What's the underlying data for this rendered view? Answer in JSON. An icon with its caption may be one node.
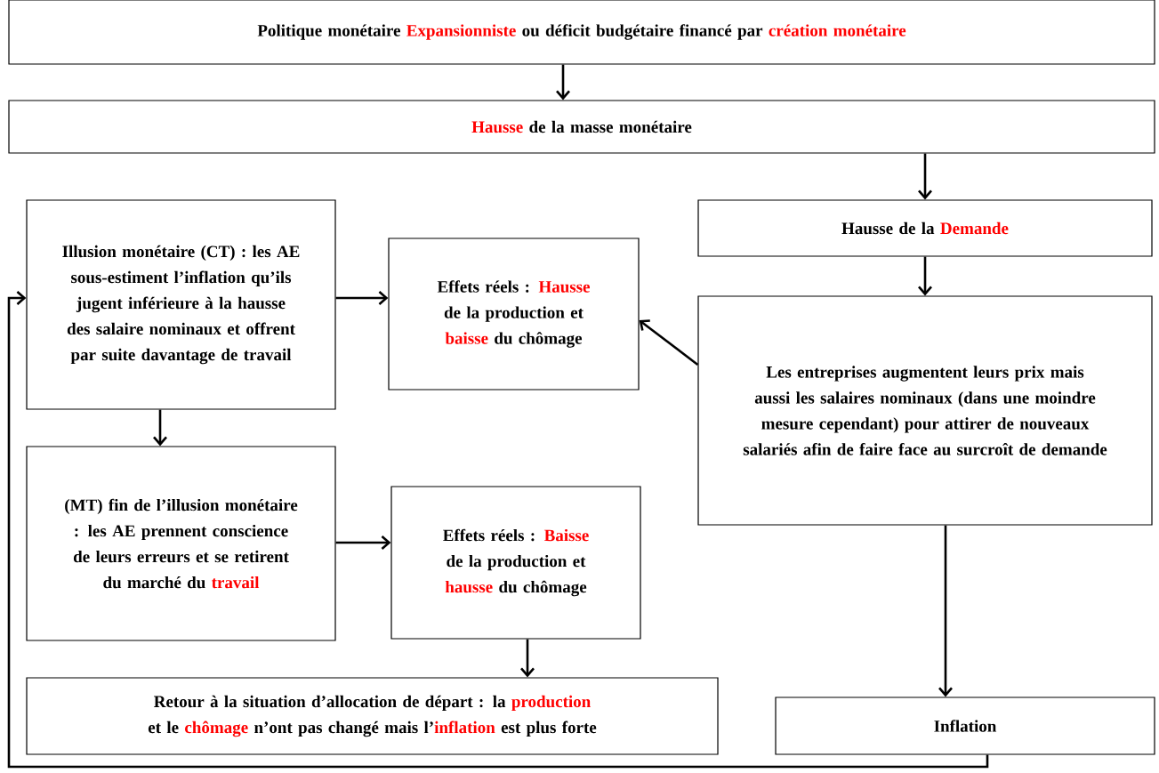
{
  "diagram": {
    "nodes": [
      {
        "text": [
          "Politique monétaire **Expansionniste** ou déficit budgétaire financé par **création monétaire**"
        ]
      },
      {
        "text": [
          "**Hausse** de la masse monétaire"
        ]
      },
      {
        "text": [
          "Illusion monétaire (CT) : les AE sous-estiment l’inflation qu’ils jugent inférieure à la hausse des salaire nominaux et offrent par suite davantage de travail"
        ]
      },
      {
        "text": [
          "Effets réels : **Hausse** de la production et **baisse** du chômage"
        ]
      },
      {
        "text": [
          "Hausse de la **Demande**"
        ]
      },
      {
        "text": [
          "Les entreprises augmentent leurs prix mais aussi les salaires nominaux (dans une moindre mesure cependant) pour attirer de nouveaux salariés afin de faire face au surcroît de demande"
        ]
      },
      {
        "text": [
          "(MT) fin de l’illusion monétaire : les AE prennent conscience de leurs erreurs et se retirent du marché du **travail**"
        ]
      },
      {
        "text": [
          "Effets réels : **Baisse** de la production et **hausse** du chômage"
        ]
      },
      {
        "text": [
          "Retour à la situation d’allocation de départ : la **production** et le **chômage** n’ont pas changé mais l’**inflation** est plus forte"
        ]
      },
      {
        "text": [
          "Inflation"
        ]
      }
    ],
    "edges": [
      {
        "from": 0,
        "to": 1,
        "arrow": "to"
      },
      {
        "from": 1,
        "to": 4,
        "arrow": "to"
      },
      {
        "from": 4,
        "to": 5,
        "arrow": "to"
      },
      {
        "from": 5,
        "to": 3,
        "arrow": "to"
      },
      {
        "from": 2,
        "to": 3,
        "arrow": "to"
      },
      {
        "from": 2,
        "to": 6,
        "arrow": "to"
      },
      {
        "from": 6,
        "to": 7,
        "arrow": "to"
      },
      {
        "from": 7,
        "to": 8,
        "arrow": "to"
      },
      {
        "from": 5,
        "to": 9,
        "arrow": "to"
      },
      {
        "from": 9,
        "to": 2,
        "arrow": "to"
      }
    ]
  }
}
